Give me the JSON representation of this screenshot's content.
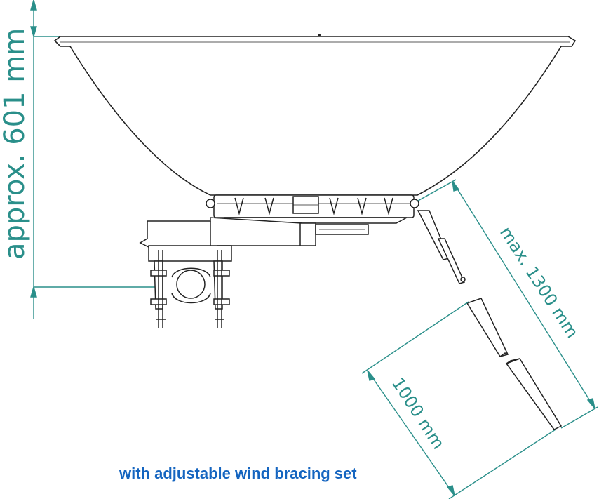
{
  "dimensions": {
    "height_label": "approx. 601 mm",
    "max_length_label": "max. 1300 mm",
    "brace_length_label": "1000 mm"
  },
  "caption": "with adjustable wind bracing set",
  "colors": {
    "dimension_lines": "#2a8f8a",
    "caption_text": "#1565c0",
    "drawing_lines": "#222222"
  }
}
